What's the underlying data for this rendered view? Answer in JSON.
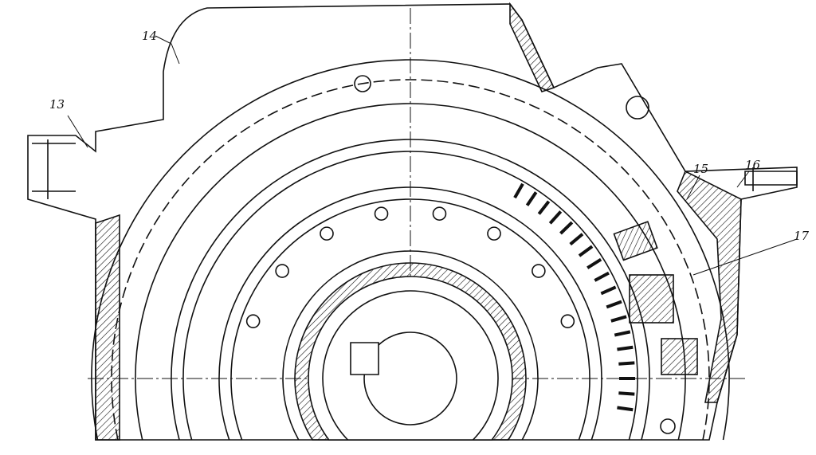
{
  "drawing": {
    "labels": [
      {
        "id": "13",
        "text": "13"
      },
      {
        "id": "14",
        "text": "14"
      },
      {
        "id": "15",
        "text": "15"
      },
      {
        "id": "16",
        "text": "16"
      },
      {
        "id": "17",
        "text": "17"
      }
    ]
  },
  "colors": {
    "line": "#111111",
    "background": "#ffffff"
  }
}
